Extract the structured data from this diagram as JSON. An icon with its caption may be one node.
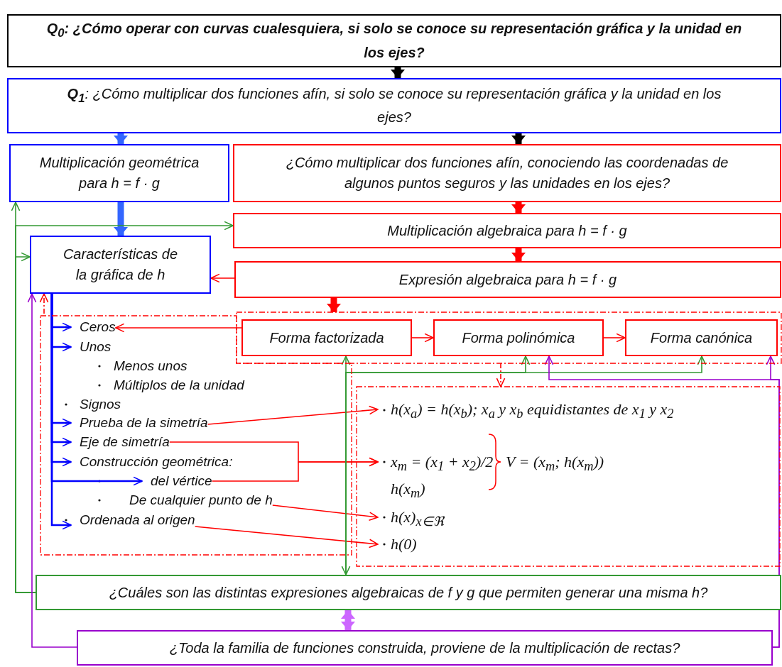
{
  "diagram": {
    "nodes": [
      {
        "text": [
          "Q$_{0}$: ¿Cómo operar con curvas cualesquiera, si solo se conoce su representación gráfica y la unidad en los ejes?"
        ]
      },
      {
        "text": [
          "**Q$_{1}$**: ¿Cómo multiplicar dos funciones afín, si solo se conoce su representación gráfica y la unidad en los ejes?"
        ]
      },
      {
        "text": [
          "Multiplicación geométrica para h = f · g"
        ]
      },
      {
        "text": [
          "¿Cómo multiplicar dos funciones afín, conociendo las coordenadas de algunos puntos seguros y las unidades en los ejes?"
        ]
      },
      {
        "text": [
          "Multiplicación algebraica para  h = f · g"
        ]
      },
      {
        "text": [
          "Características de la gráfica de h"
        ]
      },
      {
        "text": [
          "Expresión algebraica para h = f · g"
        ]
      },
      {
        "text": [],
        "shape": "box"
      },
      {
        "text": [
          "Ceros"
        ],
        "in": 7
      },
      {
        "text": [
          "Unos"
        ],
        "in": 7
      },
      {
        "text": [
          "Prueba de la simetría"
        ],
        "in": 7
      },
      {
        "text": [
          "Eje de simetría"
        ],
        "in": 7
      },
      {
        "text": [
          "Construcción geométrica:"
        ],
        "in": 7
      },
      {
        "text": [
          "del vértice"
        ],
        "in": 7
      },
      {
        "text": [
          "De cualquier punto de h"
        ],
        "in": 7
      },
      {
        "text": [
          "Ordenada al origen"
        ],
        "in": 7
      },
      {
        "text": [],
        "shape": "box"
      },
      {
        "text": [
          "Forma factorizada"
        ],
        "in": 16
      },
      {
        "text": [
          "Forma polinómica"
        ],
        "in": 16
      },
      {
        "text": [
          "Forma canónica"
        ],
        "in": 16
      },
      {
        "text": [],
        "shape": "box"
      },
      {
        "text": [
          "h(x$_{a}$) = h(x$_{b}$); x$_{a}$ y x$_{b}$ equidistantes de x$_{1}$ y x$_{2}$"
        ],
        "in": 20
      },
      {
        "text": [
          "x$_{m}$ = (x$_{1}$ + x$_{2}$)/2"
        ],
        "in": 20
      },
      {
        "text": [
          "h(x)$_{x∈ℜ}$"
        ],
        "in": 20
      },
      {
        "text": [
          "h(0)"
        ],
        "in": 20
      },
      {
        "text": [
          "¿Cuáles son las distintas expresiones algebraicas de f y g que permiten generar una misma h?"
        ]
      },
      {
        "text": [
          "¿Toda la familia de funciones construida, proviene de la multiplicación de rectas?"
        ]
      }
    ],
    "edges": [
      {
        "from": 0,
        "to": 1,
        "arrow": "to",
        "style": "thick",
        "color": "#000000"
      },
      {
        "from": 1,
        "to": 2,
        "arrow": "to",
        "style": "thick",
        "color": "#3366ff"
      },
      {
        "from": 1,
        "to": 3,
        "arrow": "to",
        "style": "thick",
        "color": "#000000"
      },
      {
        "from": 2,
        "to": 5,
        "arrow": "to",
        "style": "thick",
        "color": "#3366ff"
      },
      {
        "from": 3,
        "to": 4,
        "arrow": "to",
        "style": "thick"
      },
      {
        "from": 4,
        "to": 6,
        "arrow": "to",
        "style": "thick"
      },
      {
        "from": 6,
        "to": 5,
        "arrow": "to"
      },
      {
        "from": 6,
        "to": 16,
        "arrow": "to",
        "style": "thick"
      },
      {
        "from": 5,
        "to": 8,
        "arrow": "to",
        "color": "#0000ff"
      },
      {
        "from": 5,
        "to": 9,
        "arrow": "to",
        "color": "#0000ff"
      },
      {
        "from": 5,
        "to": 10,
        "arrow": "to",
        "color": "#0000ff"
      },
      {
        "from": 5,
        "to": 11,
        "arrow": "to",
        "color": "#0000ff"
      },
      {
        "from": 5,
        "to": 12,
        "arrow": "to",
        "color": "#0000ff"
      },
      {
        "from": 5,
        "to": 13,
        "arrow": "to",
        "color": "#0000ff"
      },
      {
        "from": 5,
        "to": 15,
        "arrow": "to",
        "color": "#0000ff"
      },
      {
        "from": 17,
        "to": 8,
        "arrow": "to"
      },
      {
        "from": 17,
        "to": 18,
        "arrow": "to"
      },
      {
        "from": 18,
        "to": 19,
        "arrow": "to"
      },
      {
        "from": 16,
        "to": 20,
        "arrow": "to",
        "style": "dashed"
      },
      {
        "from": 10,
        "to": 21,
        "arrow": "to"
      },
      {
        "from": 11,
        "to": 22,
        "arrow": "to"
      },
      {
        "from": 13,
        "to": 22,
        "arrow": "to"
      },
      {
        "from": 14,
        "to": 23,
        "arrow": "to"
      },
      {
        "from": 15,
        "to": 24,
        "arrow": "to"
      },
      {
        "from": 25,
        "to": 2,
        "arrow": "to",
        "color": "#339933"
      },
      {
        "from": 25,
        "to": 4,
        "arrow": "to",
        "color": "#339933"
      },
      {
        "from": 25,
        "to": 5,
        "arrow": "to",
        "color": "#339933"
      },
      {
        "from": 17,
        "to": 25,
        "arrow": "both",
        "color": "#339933"
      },
      {
        "from": 25,
        "to": 18,
        "arrow": "to",
        "color": "#339933"
      },
      {
        "from": 25,
        "to": 19,
        "arrow": "to",
        "color": "#339933"
      },
      {
        "from": 26,
        "to": 5,
        "arrow": "to",
        "color": "#9900cc"
      },
      {
        "from": 26,
        "to": 18,
        "arrow": "to",
        "color": "#9900cc"
      },
      {
        "from": 26,
        "to": 19,
        "arrow": "to",
        "color": "#9900cc"
      },
      {
        "from": 25,
        "to": 26,
        "arrow": "both",
        "style": "thick",
        "color": "#cc66ff"
      },
      {
        "from": 7,
        "to": 5,
        "arrow": "to",
        "style": "dashed"
      }
    ],
    "labels": [
      "Menos unos",
      "Múltiplos de la unidad",
      "Signos",
      "V = (x$_{m}$; h(x$_{m}$))",
      "h(x$_{m}$)"
    ]
  }
}
